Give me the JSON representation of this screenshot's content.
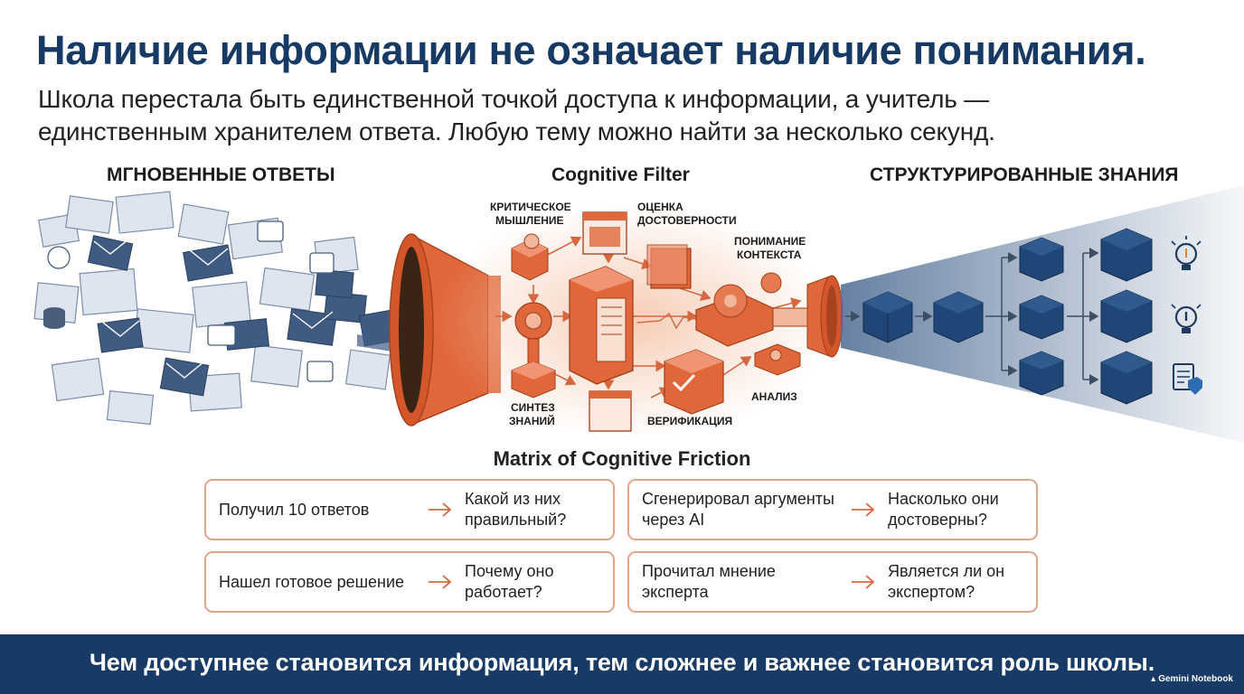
{
  "title": "Наличие информации не означает наличие понимания.",
  "subtitle_line1": "Школа перестала быть единственной точкой доступа к информации, а учитель —",
  "subtitle_line2": "единственным хранителем ответа. Любую тему можно найти за несколько секунд.",
  "sections": {
    "left": "МГНОВЕННЫЕ ОТВЕТЫ",
    "center": "Cognitive Filter",
    "right": "СТРУКТУРИРОВАННЫЕ ЗНАНИЯ"
  },
  "filter_labels": {
    "critical_line1": "КРИТИЧЕСКОЕ",
    "critical_line2": "МЫШЛЕНИЕ",
    "reliability_line1": "ОЦЕНКА",
    "reliability_line2": "ДОСТОВЕРНОСТИ",
    "context_line1": "ПОНИМАНИЕ",
    "context_line2": "КОНТЕКСТА",
    "synthesis_line1": "СИНТЕЗ",
    "synthesis_line2": "ЗНАНИЙ",
    "verification": "ВЕРИФИКАЦИЯ",
    "analysis": "АНАЛИЗ"
  },
  "matrix": {
    "title": "Matrix of Cognitive Friction",
    "cards": [
      {
        "question": "Получил 10 ответов",
        "answer": "Какой из них правильный?"
      },
      {
        "question": "Сгенерировал аргументы через AI",
        "answer": "Насколько они достоверны?"
      },
      {
        "question": "Нашел готовое решение",
        "answer": "Почему оно работает?"
      },
      {
        "question": "Прочитал мнение эксперта",
        "answer": "Является ли он экспертом?"
      }
    ]
  },
  "footer": "Чем доступнее становится информация, тем сложнее и важнее становится роль школы.",
  "watermark": "Gemini Notebook",
  "colors": {
    "navy": "#163a63",
    "orange": "#e0673a",
    "light_orange": "#f3b89c",
    "card_border": "#e0a58a",
    "cube": "#1f4677",
    "footer_bg": "#173b66"
  }
}
